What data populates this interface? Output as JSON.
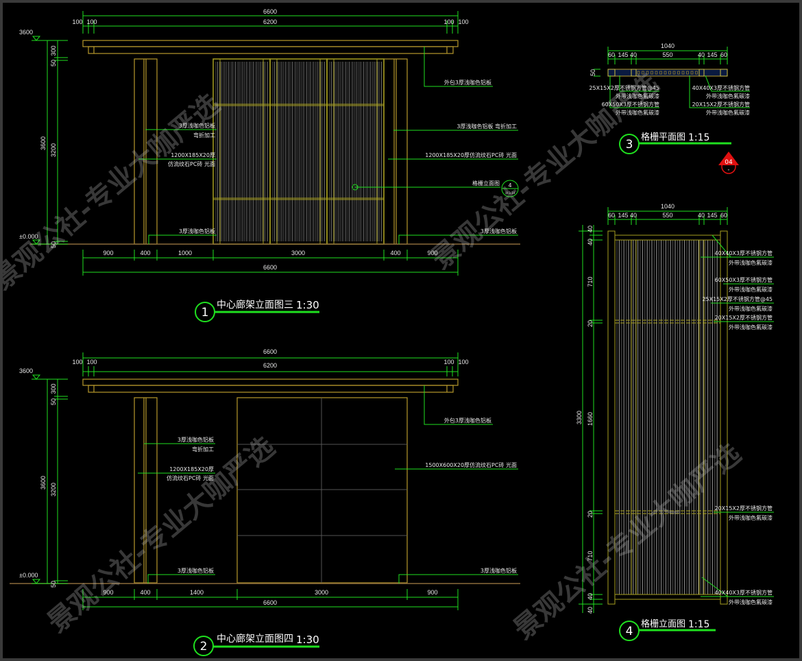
{
  "watermark": "景观公社-专业大咖严选",
  "colors": {
    "dimension": "#1fe01f",
    "structure": "#b89a2c",
    "ground": "#8a6a3a",
    "marker": "#e01010"
  },
  "drawing1": {
    "number": "1",
    "title": "中心廊架立面图三",
    "scale": "1:30",
    "top_dims": {
      "overall": "6600",
      "inner": "6200",
      "left_a": "100",
      "left_b": "100",
      "right_a": "100",
      "right_b": "100"
    },
    "elevations": {
      "top": "3600",
      "ground": "±0.000"
    },
    "vertical_dims": {
      "total": "3600",
      "mid": "3200",
      "top_a": "300",
      "top_b": "50",
      "bottom": "50"
    },
    "bottom_dims": [
      "900",
      "400",
      "1000",
      "3000",
      "400",
      "900"
    ],
    "bottom_total": "6600",
    "left_labels": [
      [
        "3厚浅咖色铝板",
        "弯折加工"
      ],
      [
        "1200X185X20厚",
        "仿流纹石PC砖 光面"
      ],
      [
        "3厚浅咖色铝板"
      ]
    ],
    "right_labels": [
      "外包3厚浅咖色铝板",
      "3厚浅咖色铝板 弯折加工",
      "1200X185X20厚仿流纹石PC砖 光面",
      "格栅立面图",
      "3厚浅咖色铝板"
    ],
    "detail_ref": {
      "number": "4",
      "sheet": "详-3.14"
    }
  },
  "drawing2": {
    "number": "2",
    "title": "中心廊架立面图四",
    "scale": "1:30",
    "top_dims": {
      "overall": "6600",
      "inner": "6200",
      "left_a": "100",
      "left_b": "100",
      "right_a": "100",
      "right_b": "100"
    },
    "elevations": {
      "top": "3600",
      "ground": "±0.000"
    },
    "vertical_dims": {
      "total": "3600",
      "mid": "3200",
      "top_a": "300",
      "top_b": "50",
      "bottom": "50"
    },
    "bottom_dims": [
      "900",
      "400",
      "1400",
      "3000",
      "900"
    ],
    "bottom_total": "6600",
    "left_labels": [
      [
        "3厚浅咖色铝板",
        "弯折加工"
      ],
      [
        "1200X185X20厚",
        "仿流纹石PC砖 光面"
      ],
      [
        "3厚浅咖色铝板"
      ]
    ],
    "right_labels": [
      "外包3厚浅咖色铝板",
      "1500X600X20厚仿流纹石PC砖 光面",
      "3厚浅咖色铝板"
    ]
  },
  "drawing3": {
    "number": "3",
    "title": "格栅平面图",
    "scale": "1:15",
    "overall": "1040",
    "dims": [
      "60",
      "145",
      "40",
      "550",
      "40",
      "145",
      "60"
    ],
    "depth": "50",
    "left_labels": [
      "25X15X2厚不锈钢方管@45",
      "外带浅咖色氟碳漆",
      "60X50X3厚不锈钢方管",
      "外带浅咖色氟碳漆"
    ],
    "right_labels": [
      "40X40X3厚不锈钢方管",
      "外带浅咖色氟碳漆",
      "20X15X2厚不锈钢方管",
      "外带浅咖色氟碳漆"
    ]
  },
  "section_marker": {
    "number": "04",
    "sub": "-"
  },
  "drawing4": {
    "number": "4",
    "title": "格栅立面图",
    "scale": "1:15",
    "overall": "1040",
    "dims": [
      "60",
      "145",
      "40",
      "550",
      "40",
      "145",
      "60"
    ],
    "vertical_total": "3300",
    "vertical_dims": [
      "40",
      "40",
      "710",
      "20",
      "1660",
      "20",
      "710",
      "40",
      "40"
    ],
    "labels": [
      [
        "40X40X3厚不锈钢方管",
        "外带浅咖色氟碳漆"
      ],
      [
        "60X50X3厚不锈钢方管",
        "外带浅咖色氟碳漆"
      ],
      [
        "25X15X2厚不锈钢方管@45",
        "外带浅咖色氟碳漆"
      ],
      [
        "20X15X2厚不锈钢方管",
        "外带浅咖色氟碳漆"
      ],
      [
        "20X15X2厚不锈钢方管",
        "外带浅咖色氟碳漆"
      ],
      [
        "40X40X3厚不锈钢方管",
        "外带浅咖色氟碳漆"
      ]
    ]
  }
}
